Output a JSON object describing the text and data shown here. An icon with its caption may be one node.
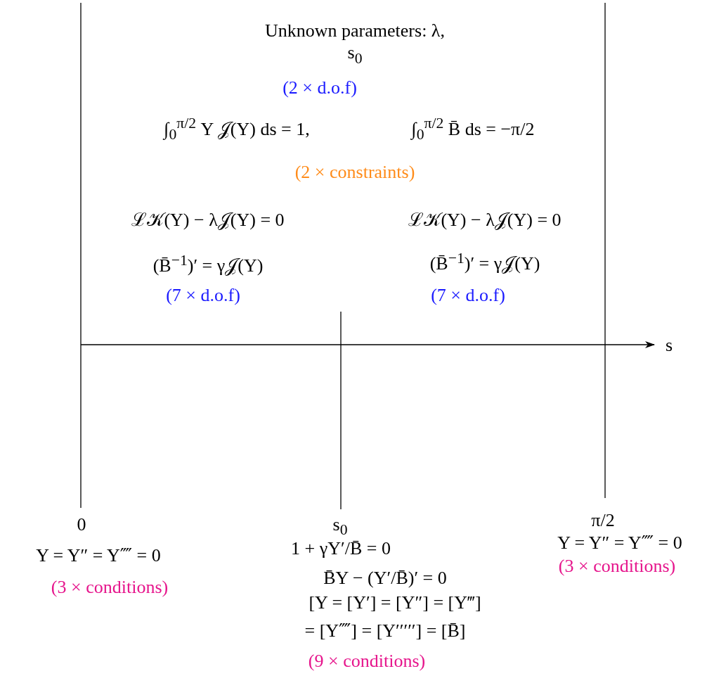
{
  "diagram": {
    "labels": [
      "Unknown parameters: λ, s$_{0}$",
      "(2 × d.o.f)",
      "∫$_{0}$$^{π/2}$ Y 𝒥(Y) ds = 1,",
      "∫$_{0}$$^{π/2}$ B̄ ds = −π/2",
      "(2 × constraints)",
      "ℒ𝒦(Y) − λ𝒥(Y) = 0",
      "ℒ𝒦(Y) − λ𝒥(Y) = 0",
      "(B̄$^{−1}$)′ = γ𝒥(Y)",
      "(B̄$^{−1}$)′ = γ𝒥(Y)",
      "(7 × d.o.f)",
      "(7 × d.o.f)",
      "s",
      "π/2",
      "0",
      "s$_{0}$",
      "Y = Y″ = Y⁗ = 0",
      "1 + γY′/B̄ = 0",
      "Y = Y″ = Y⁗ = 0",
      "(3 × conditions)",
      "B̄Y − (Y′/B̄)′ = 0",
      "(3 × conditions)",
      "[Y = [Y′] = [Y″] = [Y‴]",
      "= [Y⁗] = [Y′′′′′] = [B̄]",
      "(9 × conditions)"
    ]
  }
}
